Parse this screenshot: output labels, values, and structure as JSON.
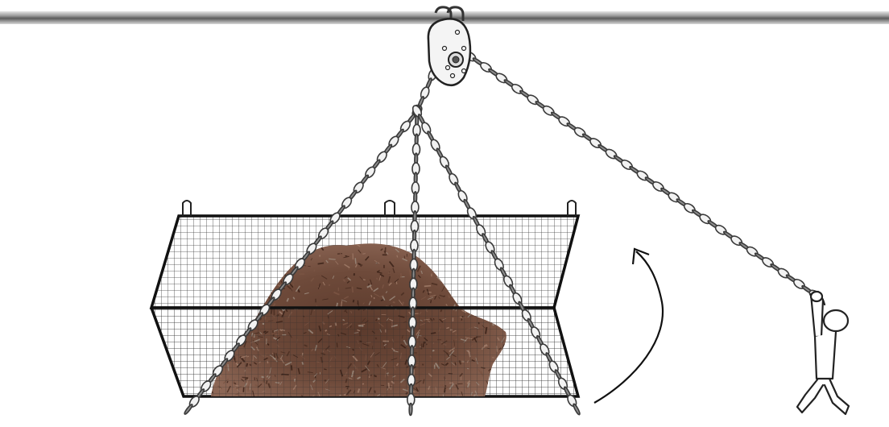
{
  "scene": {
    "elements": [
      "ceiling-beam",
      "pulley",
      "chain-hoist",
      "wire-mesh-cage",
      "compost-pile",
      "rotation-arrow",
      "person"
    ]
  },
  "colors": {
    "chain": "#8e8e8e",
    "chain_dark": "#3a3a3a",
    "beam": "#7a7a7a",
    "mesh": "#2a2a2a",
    "compost_dark": "#4a2e22",
    "compost_mid": "#7b5544",
    "compost_light": "#a07c69",
    "arrow": "#111111",
    "figure": "#222222"
  }
}
